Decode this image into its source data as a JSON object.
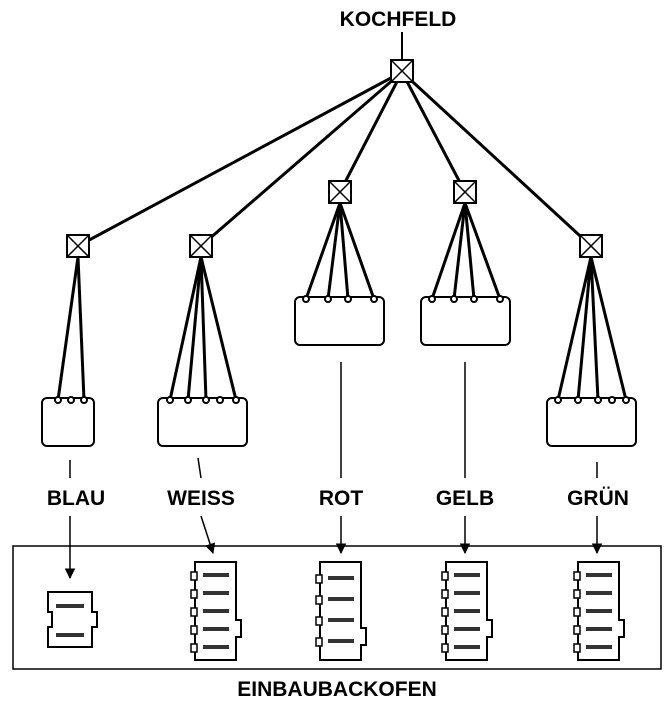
{
  "top_label": "KOCHFELD",
  "bottom_label": "EINBAUBACKOFEN",
  "branches": [
    {
      "id": "blau",
      "label": "BLAU",
      "wires": 2,
      "slots": 2
    },
    {
      "id": "weiss",
      "label": "WEISS",
      "wires": 4,
      "slots": 5
    },
    {
      "id": "rot",
      "label": "ROT",
      "wires": 4,
      "slots": 4
    },
    {
      "id": "gelb",
      "label": "GELB",
      "wires": 4,
      "slots": 5
    },
    {
      "id": "gruen",
      "label": "GRÜN",
      "wires": 4,
      "slots": 5
    }
  ],
  "colors": {
    "line": "#000000",
    "background": "#ffffff"
  }
}
